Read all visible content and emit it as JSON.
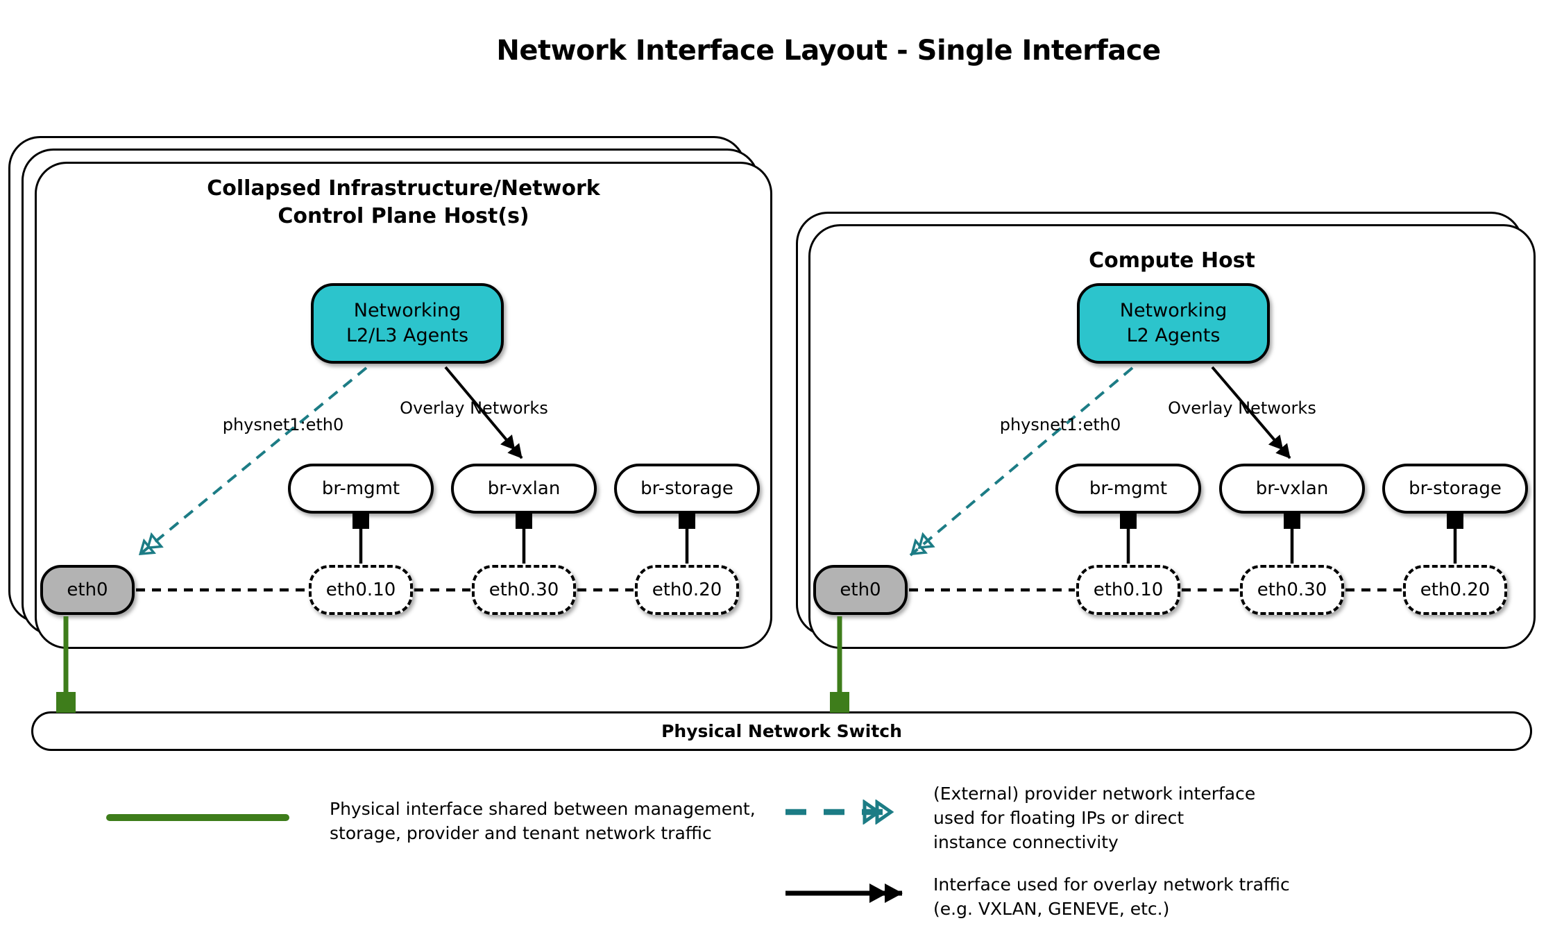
{
  "title": "Network Interface Layout - Single Interface",
  "colors": {
    "agent_fill": "#2cc4cc",
    "provider_arrow": "#1c7c85",
    "physical_link": "#3e7d1b",
    "physical_interface_fill": "#b3b3b3",
    "line": "#000000"
  },
  "control_plane_host": {
    "title_line1": "Collapsed Infrastructure/Network",
    "title_line2": "Control Plane Host(s)",
    "agent_line1": "Networking",
    "agent_line2": "L2/L3 Agents",
    "provider_label": "physnet1:eth0",
    "overlay_label": "Overlay Networks",
    "bridges": [
      "br-mgmt",
      "br-vxlan",
      "br-storage"
    ],
    "physical_interface": "eth0",
    "vlan_interfaces": [
      "eth0.10",
      "eth0.30",
      "eth0.20"
    ]
  },
  "compute_host": {
    "title": "Compute Host",
    "agent_line1": "Networking",
    "agent_line2": "L2 Agents",
    "provider_label": "physnet1:eth0",
    "overlay_label": "Overlay Networks",
    "bridges": [
      "br-mgmt",
      "br-vxlan",
      "br-storage"
    ],
    "physical_interface": "eth0",
    "vlan_interfaces": [
      "eth0.10",
      "eth0.30",
      "eth0.20"
    ]
  },
  "switch": {
    "label": "Physical Network Switch"
  },
  "legend": {
    "physical": {
      "lines": [
        "Physical interface shared between management,",
        "storage, provider and tenant network traffic"
      ]
    },
    "provider": {
      "lines": [
        "(External) provider network interface",
        "used for floating IPs or direct",
        "instance connectivity"
      ]
    },
    "overlay": {
      "lines": [
        "Interface used for overlay network traffic",
        "(e.g. VXLAN, GENEVE, etc.)"
      ]
    }
  }
}
